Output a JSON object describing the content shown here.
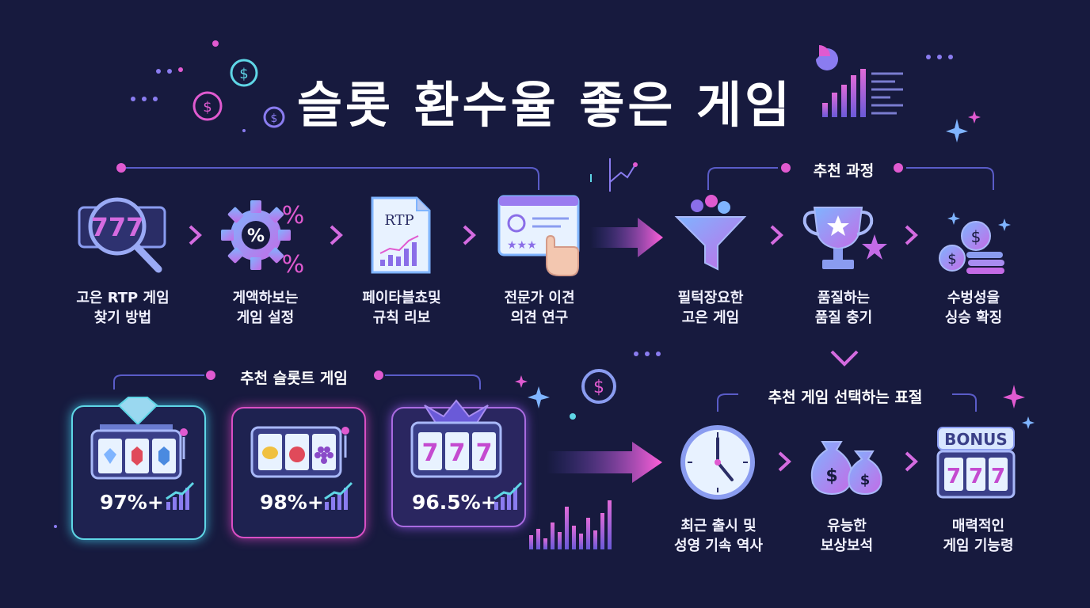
{
  "title": "슬롯 환수율 좋은 게임",
  "top_steps": [
    {
      "line1": "고은 RTP 게임",
      "line2": "찾기 방법",
      "icon": "magnifier-slot-icon"
    },
    {
      "line1": "게액하보는",
      "line2": "게임 설정",
      "icon": "gear-percent-icon"
    },
    {
      "line1": "페이타블쵸및",
      "line2": "규칙 리보",
      "icon": "rtp-document-icon"
    },
    {
      "line1": "전문가 이견",
      "line2": "의견 연구",
      "icon": "expert-review-icon"
    }
  ],
  "process": {
    "label": "추천 과정",
    "steps": [
      {
        "line1": "필턱장요한",
        "line2": "고은 게임",
        "icon": "funnel-icon"
      },
      {
        "line1": "품질하는",
        "line2": "품질 충기",
        "icon": "trophy-icon"
      },
      {
        "line1": "수벙성을",
        "line2": "싱승 확징",
        "icon": "coins-icon"
      }
    ]
  },
  "recommended": {
    "label": "추천 슬롯트 게임",
    "cards": [
      {
        "pct": "97%+",
        "theme": "diamond",
        "accent": "#5fd6e6"
      },
      {
        "pct": "98%+",
        "theme": "fruit",
        "accent": "#d94fc4"
      },
      {
        "pct": "96.5%+",
        "theme": "777",
        "accent": "#a96be0"
      }
    ]
  },
  "selection": {
    "label": "추천 게임 선택하는 표절",
    "steps": [
      {
        "line1": "최근 출시 및",
        "line2": "성영 기속 역사",
        "icon": "clock-icon"
      },
      {
        "line1": "유능한",
        "line2": "보상보석",
        "icon": "money-bag-icon"
      },
      {
        "line1": "매력적인",
        "line2": "게임 기능령",
        "icon": "bonus-slot-icon"
      }
    ]
  },
  "bonus_text": "BONUS",
  "rtp_text": "RTP",
  "colors": {
    "bg": "#171a3e",
    "pink": "#e05ad0",
    "purple": "#8a6ee8",
    "cyan": "#5fd6e6"
  }
}
